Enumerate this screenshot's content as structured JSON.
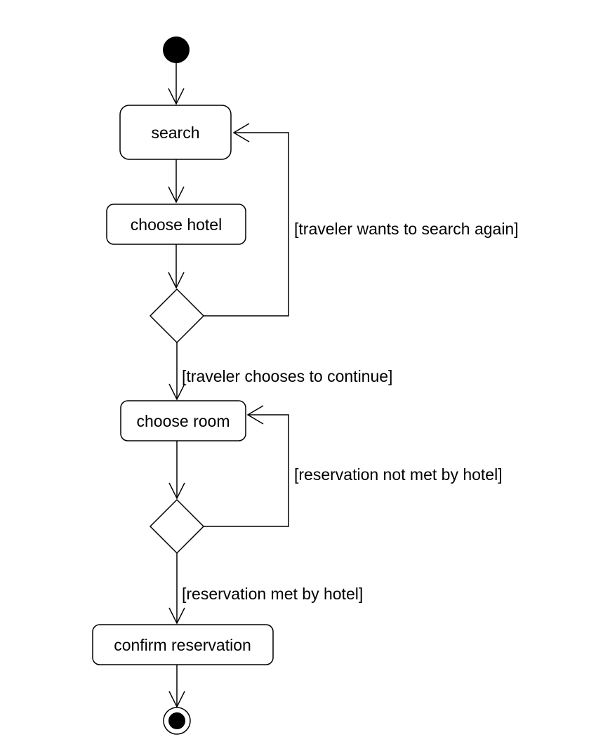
{
  "diagram": {
    "actions": {
      "search": "search",
      "choose_hotel": "choose hotel",
      "choose_room": "choose room",
      "confirm_reservation": "confirm reservation"
    },
    "guards": {
      "search_again": "[traveler wants to search again]",
      "continue": "[traveler chooses to continue]",
      "not_met": "[reservation not met by hotel]",
      "met": "[reservation met by hotel]"
    }
  }
}
